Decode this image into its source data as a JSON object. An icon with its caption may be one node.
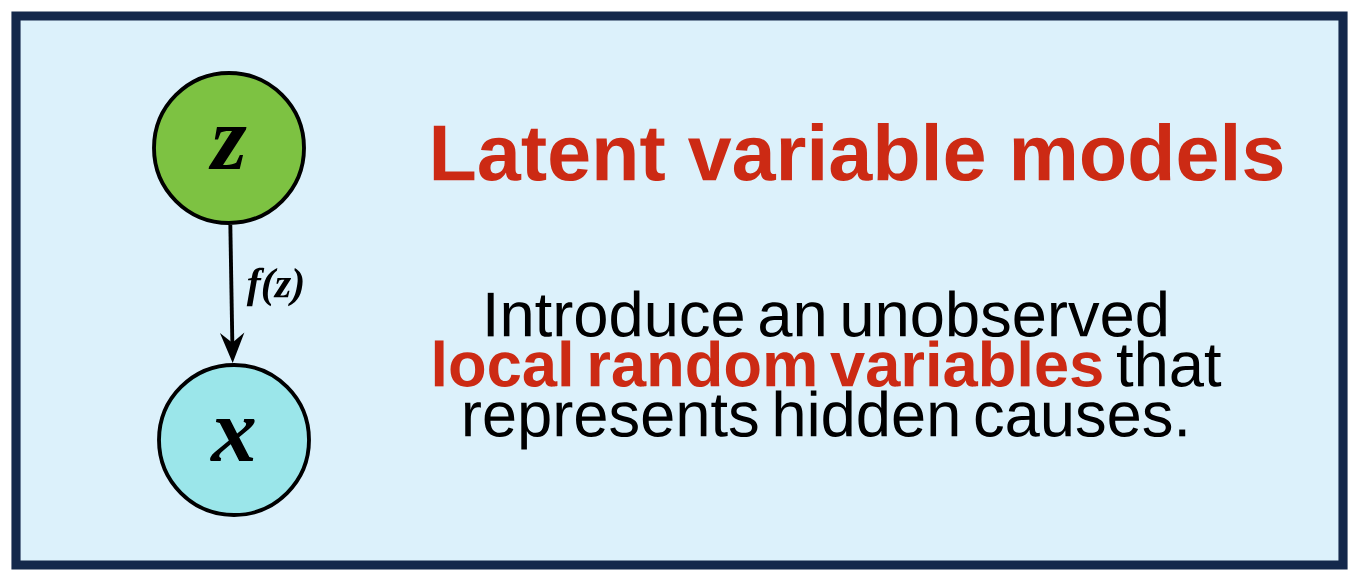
{
  "diagram": {
    "title": "Latent variable models",
    "nodes": [
      {
        "text": [
          "z"
        ]
      },
      {
        "text": [
          "x"
        ]
      }
    ],
    "edges": [
      {
        "from": 0,
        "to": 1,
        "arrow": "to",
        "label": "f(z)"
      }
    ],
    "labels": [
      "Introduce an unobserved **local random variables** that represents hidden causes."
    ]
  }
}
